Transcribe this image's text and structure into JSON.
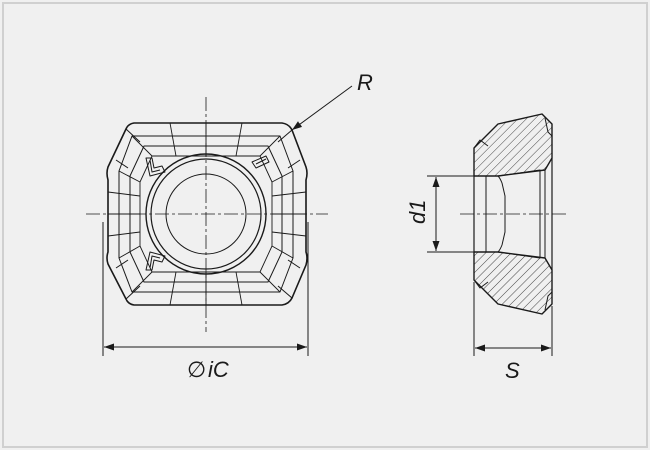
{
  "diagram": {
    "labels": {
      "corner_radius": "R",
      "inscribed_circle_symbol": "∅",
      "inscribed_circle": "iC",
      "hole_diameter": "d1",
      "thickness": "S"
    },
    "colors": {
      "background": "#f0f0f0",
      "line": "#1a1a1a",
      "border": "#d0d0d0"
    }
  }
}
